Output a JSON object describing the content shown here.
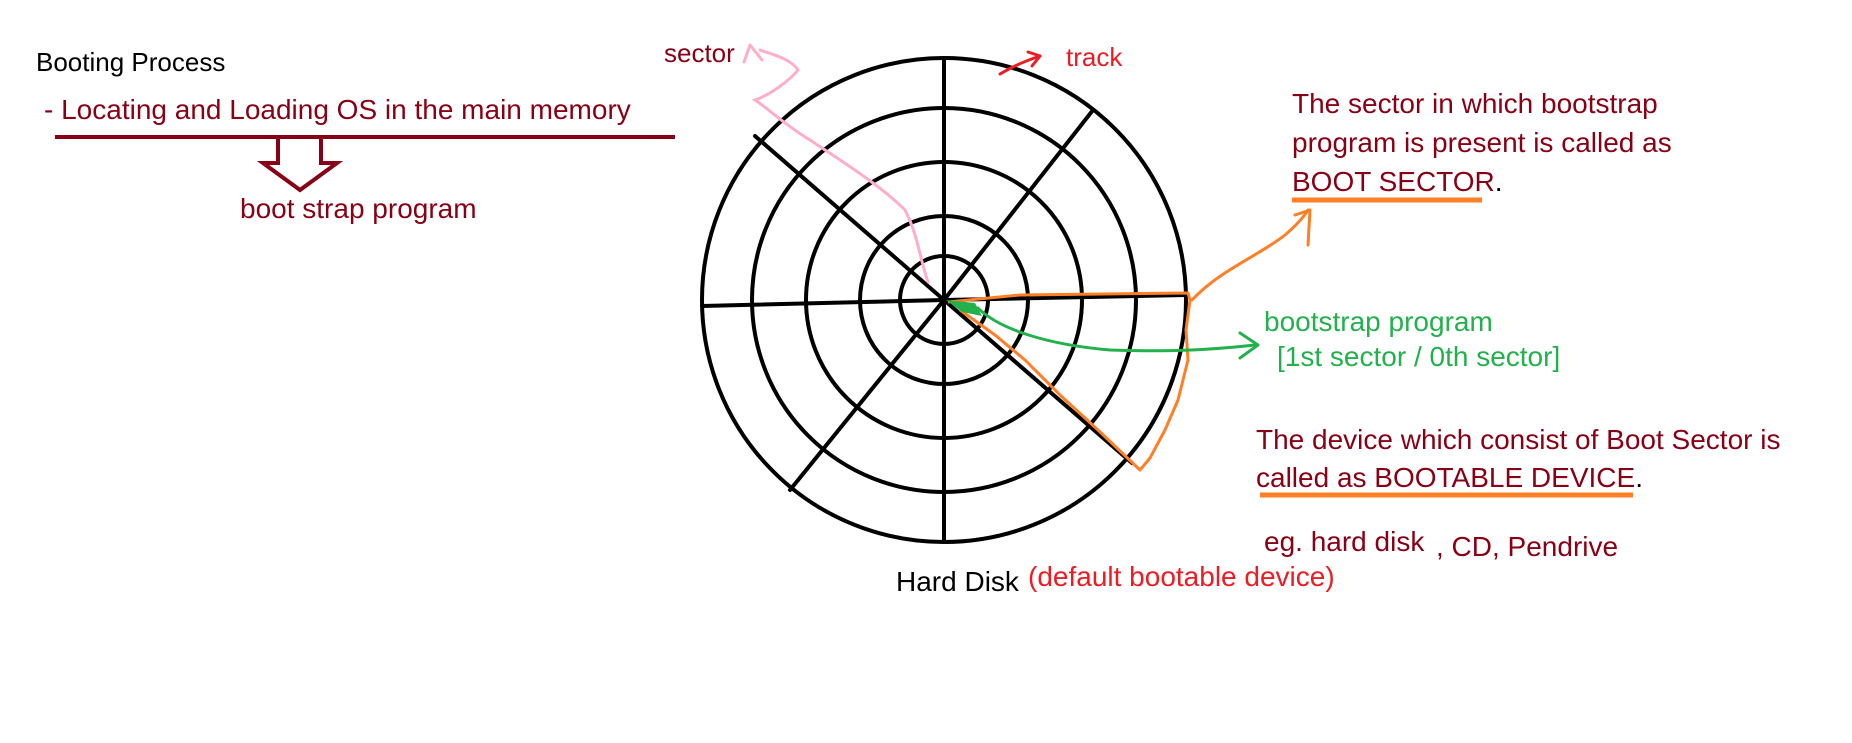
{
  "colors": {
    "black": "#000000",
    "maroon": "#880015",
    "red": "#ed1c24",
    "green": "#22b14c",
    "orange": "#ff7f27",
    "pink": "#ffaec9"
  },
  "left": {
    "title": "Booting Process",
    "line": "- Locating and  Loading OS in the main memory",
    "program": "boot strap program"
  },
  "disk": {
    "sector_label": "sector",
    "track_label": "track",
    "caption": "Hard Disk",
    "caption_note": "(default bootable device)"
  },
  "bootstrap": {
    "label": "bootstrap program",
    "sub": "[1st sector / 0th sector]"
  },
  "boot_sector": {
    "line1": "The sector in which bootstrap",
    "line2": "program is present is called as",
    "term": "BOOT SECTOR",
    "end": "."
  },
  "bootable_device": {
    "line1": "The device which consist of Boot Sector is",
    "line2_pre": "called as ",
    "term": "BOOTABLE DEVICE",
    "end": ".",
    "eg": "eg. hard disk",
    "eg_more": ", CD, Pendrive"
  }
}
